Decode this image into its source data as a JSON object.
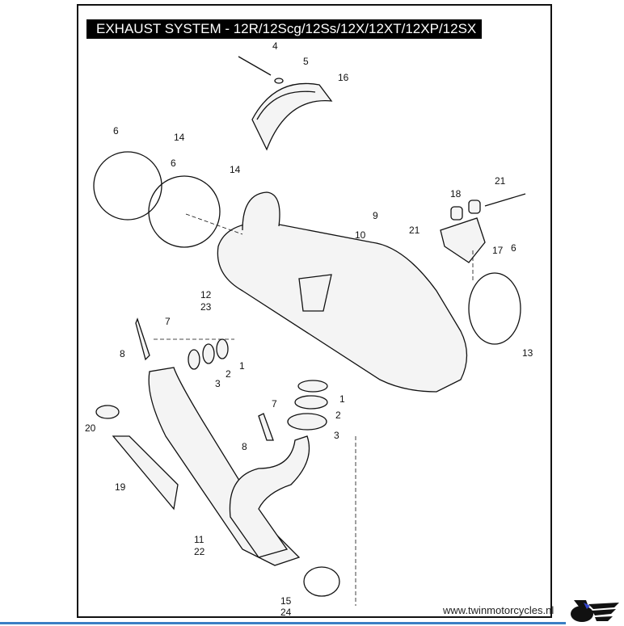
{
  "title": "EXHAUST SYSTEM - 12R/12Scg/12Ss/12X/12XT/12XP/12SX",
  "callouts": [
    "4",
    "5",
    "16",
    "6",
    "14",
    "6",
    "14",
    "21",
    "18",
    "9",
    "10",
    "21",
    "17",
    "6",
    "12",
    "23",
    "7",
    "8",
    "1",
    "2",
    "3",
    "13",
    "1",
    "2",
    "3",
    "7",
    "8",
    "20",
    "19",
    "11",
    "22",
    "15",
    "24"
  ],
  "footer": {
    "url": "www.twinmotorcycles.nl"
  },
  "colors": {
    "accent": "#3a7fc4",
    "ink": "#111111",
    "part_fill": "#f2f2f2"
  }
}
